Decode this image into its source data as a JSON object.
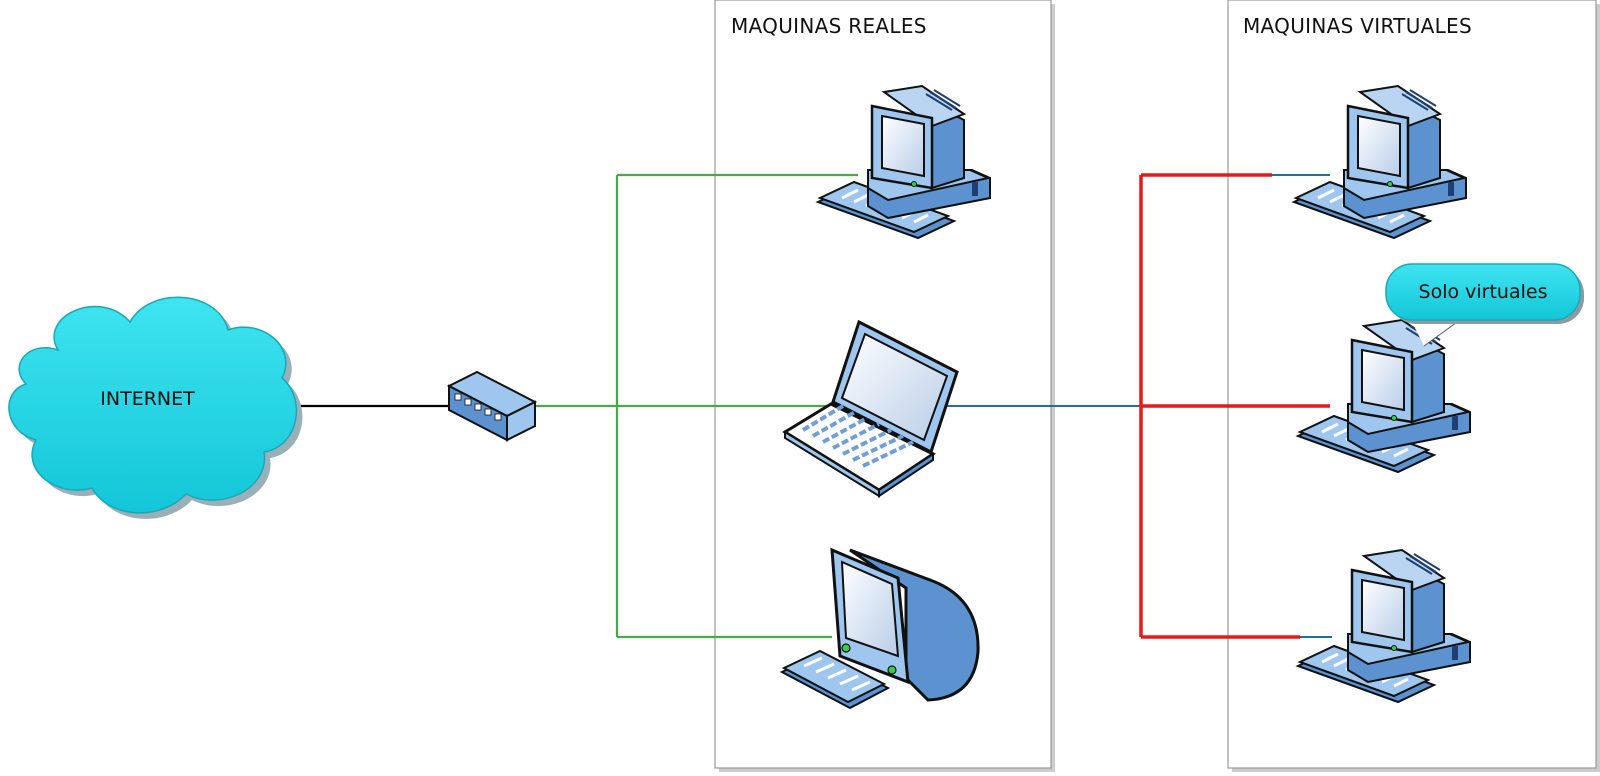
{
  "containers": {
    "real": {
      "title": "MAQUINAS REALES"
    },
    "virtual": {
      "title": "MAQUINAS VIRTUALES"
    }
  },
  "cloud": {
    "label": "INTERNET"
  },
  "callout": {
    "label": "Solo virtuales"
  },
  "colors": {
    "cloud_fill": "#1fd6e6",
    "device_fill": "#9ec6ee",
    "device_dark": "#5b92cf",
    "screen": "#e8f0fb",
    "internet_link": "#000000",
    "real_network": "#4aa84a",
    "virtual_network": "#e31b1b",
    "bridge_link": "#1f6f9f",
    "container_border": "#9a9a9a"
  },
  "devices": [
    {
      "type": "switch-icon"
    },
    {
      "type": "desktop-pc-icon",
      "group": "real"
    },
    {
      "type": "laptop-icon",
      "group": "real"
    },
    {
      "type": "imac-icon",
      "group": "real"
    },
    {
      "type": "desktop-pc-icon",
      "group": "virtual"
    },
    {
      "type": "desktop-pc-icon",
      "group": "virtual"
    },
    {
      "type": "desktop-pc-icon",
      "group": "virtual"
    }
  ]
}
